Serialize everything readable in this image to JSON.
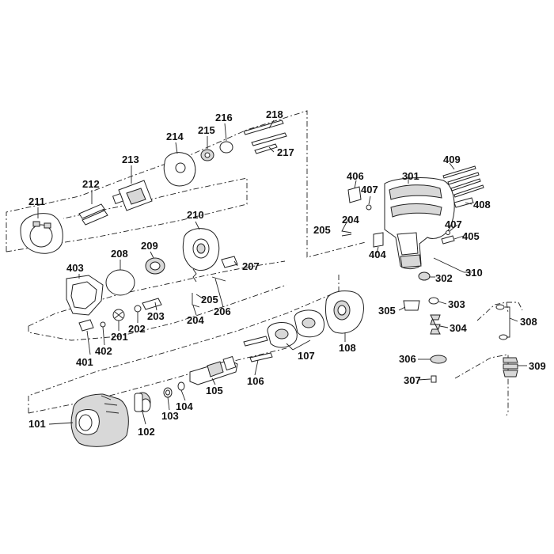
{
  "colors": {
    "ink": "#222222",
    "shade": "#d8d8d8",
    "background": "#ffffff"
  },
  "labels": {
    "p101": "101",
    "p102": "102",
    "p103": "103",
    "p104": "104",
    "p105": "105",
    "p106": "106",
    "p107": "107",
    "p108": "108",
    "p201": "201",
    "p202": "202",
    "p203": "203",
    "p204a": "204",
    "p205a": "205",
    "p206": "206",
    "p207": "207",
    "p208": "208",
    "p209": "209",
    "p210": "210",
    "p211": "211",
    "p212": "212",
    "p213": "213",
    "p214": "214",
    "p215": "215",
    "p216": "216",
    "p217": "217",
    "p218": "218",
    "p204b": "204",
    "p205b": "205",
    "p301": "301",
    "p302": "302",
    "p303": "303",
    "p304": "304",
    "p305": "305",
    "p306": "306",
    "p307": "307",
    "p308": "308",
    "p309": "309",
    "p310": "310",
    "p401": "401",
    "p402": "402",
    "p403": "403",
    "p404": "404",
    "p405": "405",
    "p406": "406",
    "p407a": "407",
    "p407b": "407",
    "p408": "408",
    "p409": "409"
  }
}
